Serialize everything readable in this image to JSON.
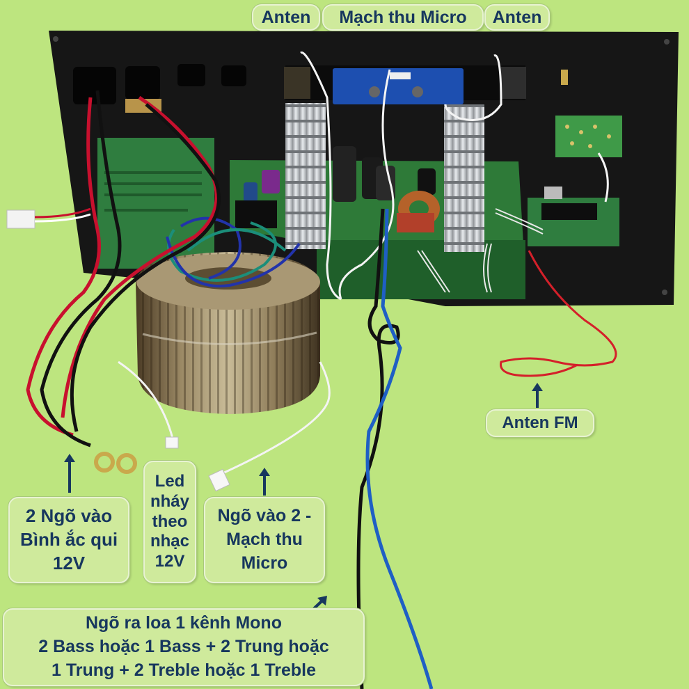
{
  "colors": {
    "background": "#bde57f",
    "label_fill": "#cfea9c",
    "label_text": "#17375e",
    "arrow": "#17375e"
  },
  "top_labels": {
    "antenna_left": "Anten",
    "mic_receiver": "Mạch thu Micro",
    "antenna_right": "Anten"
  },
  "callouts": {
    "fm_antenna": "Anten FM",
    "battery_inputs": "2 Ngõ vào\nBình ắc qui\n12V",
    "led": "Led\nnháy\ntheo\nnhạc\n12V",
    "input2_mic": "Ngõ vào 2 -\nMạch thu\nMicro",
    "speaker_output": "Ngõ ra loa 1 kênh Mono\n2 Bass hoặc 1 Bass + 2 Trung hoặc\n1 Trung + 2 Treble hoặc 1 Treble"
  }
}
